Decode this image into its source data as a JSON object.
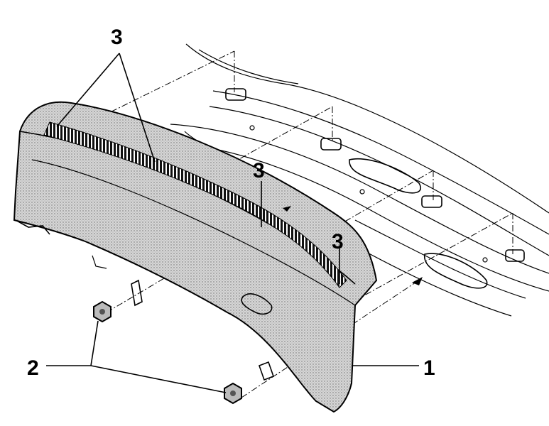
{
  "diagram": {
    "callouts": [
      {
        "id": "trim-panel",
        "text": "1"
      },
      {
        "id": "nuts",
        "text": "2"
      },
      {
        "id": "clips-top-left",
        "text": "3"
      },
      {
        "id": "clips-center",
        "text": "3"
      },
      {
        "id": "clips-right",
        "text": "3"
      }
    ],
    "colors": {
      "ink": "#000000",
      "panel_fill": "#c8c8c8",
      "paper": "#ffffff"
    }
  }
}
